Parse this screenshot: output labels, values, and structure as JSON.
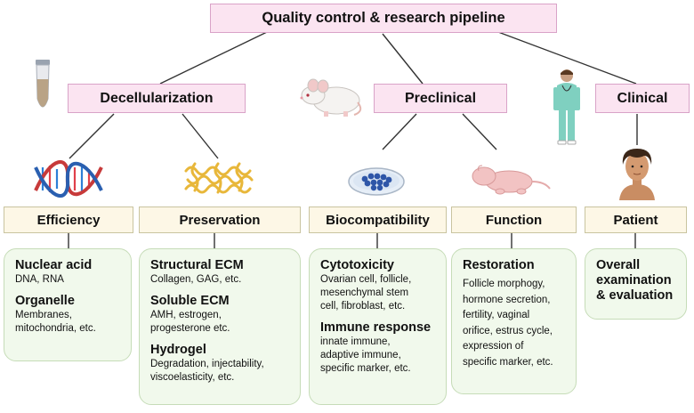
{
  "title": "Quality control & research pipeline",
  "stages": [
    {
      "label": "Decellularization"
    },
    {
      "label": "Preclinical"
    },
    {
      "label": "Clinical"
    }
  ],
  "categories": [
    "Efficiency",
    "Preservation",
    "Biocompatibility",
    "Function",
    "Patient"
  ],
  "cards": {
    "efficiency": {
      "h1": "Nuclear acid",
      "t1": "DNA, RNA",
      "h2": "Organelle",
      "t2a": "Membranes,",
      "t2b": "mitochondria, etc."
    },
    "preservation": {
      "h1": "Structural ECM",
      "t1": "Collagen, GAG, etc.",
      "h2": "Soluble ECM",
      "t2a": "AMH, estrogen,",
      "t2b": "progesterone  etc.",
      "h3": "Hydrogel",
      "t3a": "Degradation, injectability,",
      "t3b": "viscoelasticity, etc."
    },
    "biocompatibility": {
      "h1": "Cytotoxicity",
      "t1a": "Ovarian cell, follicle,",
      "t1b": "mesenchymal stem",
      "t1c": "cell,  fibroblast, etc.",
      "h2": "Immune response",
      "t2a": "innate immune,",
      "t2b": "adaptive immune,",
      "t2c": "specific marker, etc."
    },
    "function": {
      "h1": "Restoration",
      "t1a": "Follicle morphogy,",
      "t1b": "hormone secretion,",
      "t1c": "fertility, vaginal",
      "t1d": "orifice, estrus cycle,",
      "t1e": "expression of",
      "t1f": "specific marker, etc."
    },
    "patient": {
      "h1a": "Overall",
      "h1b": "examination",
      "h1c": "& evaluation"
    }
  },
  "icons": [
    "test-tube-icon",
    "mouse-icon",
    "doctor-icon",
    "dna-helix-icon",
    "ecm-fibers-icon",
    "petri-dish-icon",
    "pup-icon",
    "patient-face-icon"
  ],
  "colors": {
    "stage_fill": "#fbe4f1",
    "category_fill": "#fdf7e6",
    "card_fill": "#f1f9ec"
  }
}
